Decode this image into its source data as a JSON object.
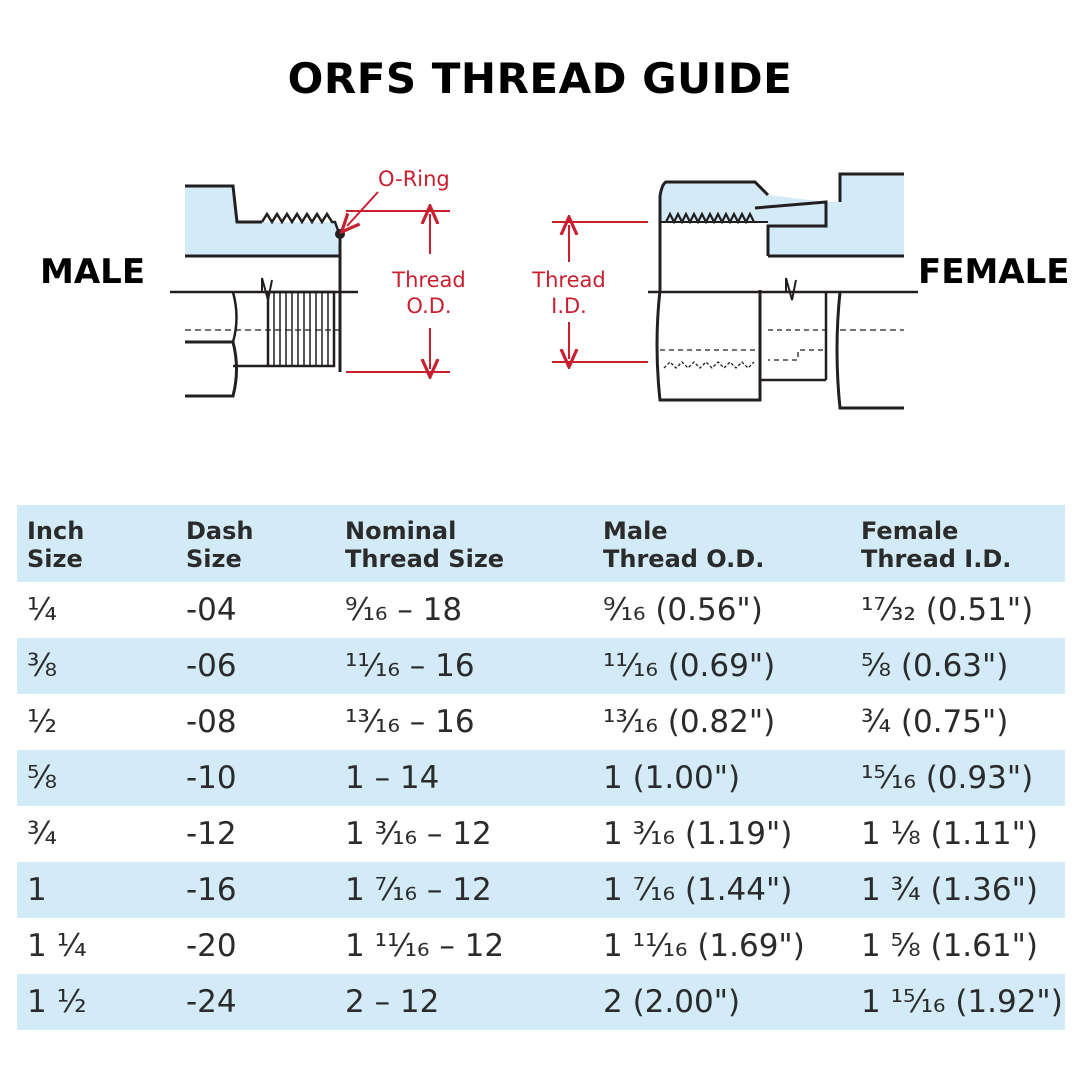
{
  "title": "ORFS THREAD GUIDE",
  "diagram": {
    "male_label": "MALE",
    "female_label": "FEMALE",
    "oring_label": "O-Ring",
    "male_dim_line1": "Thread",
    "male_dim_line2": "O.D.",
    "female_dim_line1": "Thread",
    "female_dim_line2": "I.D."
  },
  "colors": {
    "fitting_fill": "#d3ebf7",
    "dimension_red": "#c8202f",
    "row_shade": "#d3ebf7",
    "outline": "#231f20"
  },
  "table": {
    "headers": [
      {
        "line1": "Inch",
        "line2": "Size"
      },
      {
        "line1": "Dash",
        "line2": "Size"
      },
      {
        "line1": "Nominal",
        "line2": "Thread Size"
      },
      {
        "line1": "Male",
        "line2": "Thread O.D."
      },
      {
        "line1": "Female",
        "line2": "Thread I.D."
      }
    ],
    "rows": [
      [
        "¼",
        "-04",
        "⁹⁄₁₆ – 18",
        "⁹⁄₁₆ (0.56\")",
        "¹⁷⁄₃₂ (0.51\")"
      ],
      [
        "⅜",
        "-06",
        "¹¹⁄₁₆ – 16",
        "¹¹⁄₁₆ (0.69\")",
        "⅝ (0.63\")"
      ],
      [
        "½",
        "-08",
        "¹³⁄₁₆ – 16",
        "¹³⁄₁₆ (0.82\")",
        "¾ (0.75\")"
      ],
      [
        "⅝",
        "-10",
        "1 – 14",
        "1 (1.00\")",
        "¹⁵⁄₁₆ (0.93\")"
      ],
      [
        "¾",
        "-12",
        "1 ³⁄₁₆ – 12",
        "1 ³⁄₁₆ (1.19\")",
        "1 ⅛ (1.11\")"
      ],
      [
        "1",
        "-16",
        "1 ⁷⁄₁₆ – 12",
        "1 ⁷⁄₁₆ (1.44\")",
        "1 ¾ (1.36\")"
      ],
      [
        "1 ¼",
        "-20",
        "1 ¹¹⁄₁₆ – 12",
        "1 ¹¹⁄₁₆ (1.69\")",
        "1 ⅝ (1.61\")"
      ],
      [
        "1 ½",
        "-24",
        "2 – 12",
        "2 (2.00\")",
        "1 ¹⁵⁄₁₆ (1.92\")"
      ]
    ]
  }
}
